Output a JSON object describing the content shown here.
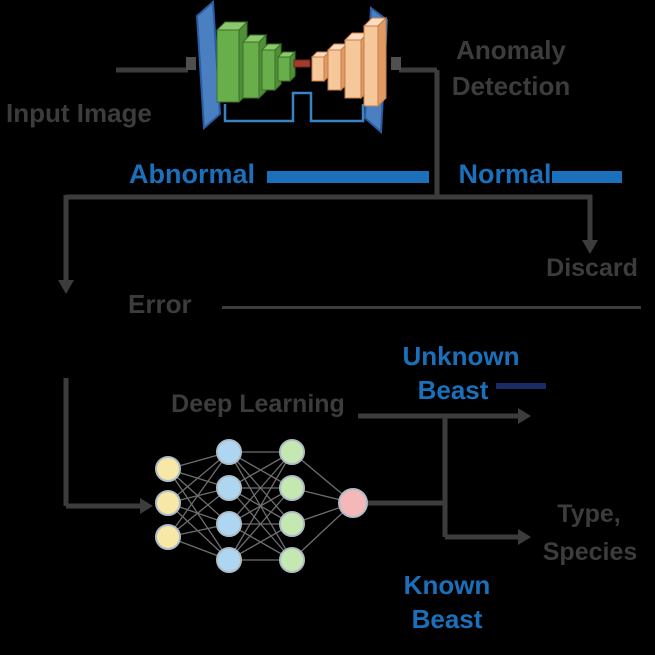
{
  "diagram_title": "Autoencoder anomaly detection and beast classification pipeline",
  "labels": {
    "input_image": "Input Image",
    "anomaly_detection": [
      "Anomaly",
      "Detection"
    ],
    "abnormal": "Abnormal",
    "normal": "Normal",
    "discard": "Discard",
    "error": "Error",
    "classifier": "Deep Learning",
    "unknown_beast": [
      "Unknown",
      "Beast"
    ],
    "known_beast": [
      "Known",
      "Beast"
    ],
    "known_action": [
      "Type,",
      "Species"
    ]
  },
  "colors": {
    "background": "#000000",
    "line_gray": "#3c3c3c",
    "label_gray": "#3c3c3c",
    "label_blue": "#1a70ba",
    "navy_line": "#1a2a66",
    "panel_blue": "#4a7fc1",
    "encoder_green": "#68ae4b",
    "decoder_peach": "#f7c79c",
    "bottleneck_red": "#a23b2b",
    "node_yellow": "#f7e8a8",
    "node_blue": "#aed6f1",
    "node_green": "#c5e8b0",
    "node_pink": "#f5b8b8"
  },
  "network": {
    "layers": [
      {
        "name": "input-layer",
        "color": "#f7e8a8",
        "count": 3
      },
      {
        "name": "hidden-layer-1",
        "color": "#aed6f1",
        "count": 4
      },
      {
        "name": "hidden-layer-2",
        "color": "#c5e8b0",
        "count": 4
      },
      {
        "name": "output-layer",
        "color": "#f5b8b8",
        "count": 1
      }
    ]
  }
}
